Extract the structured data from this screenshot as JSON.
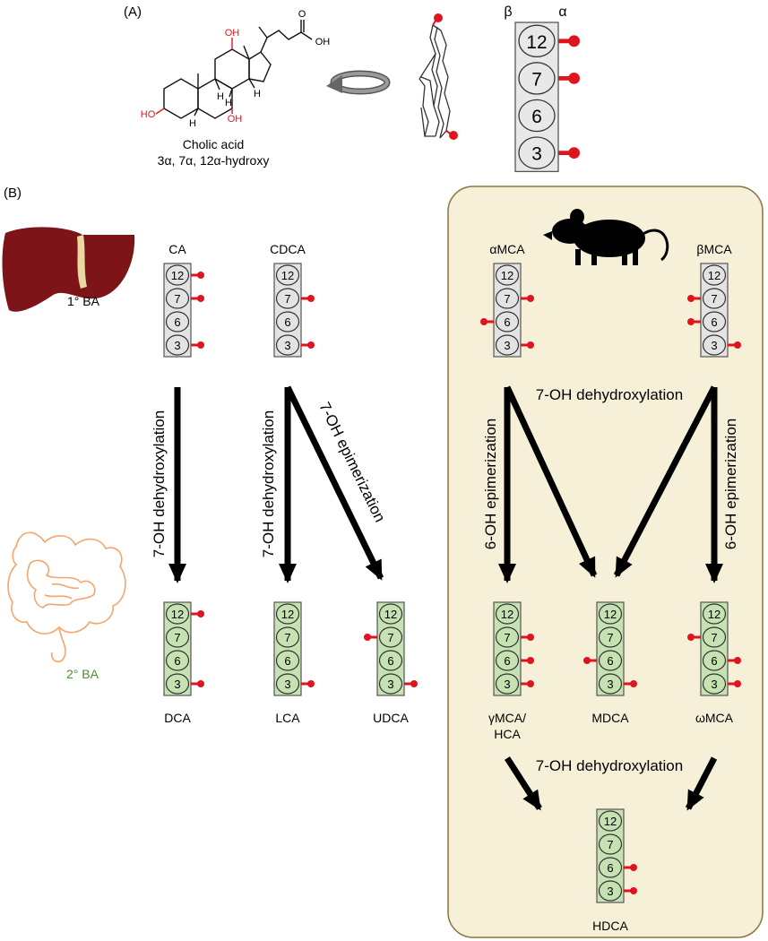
{
  "panel_a": {
    "label": "(A)",
    "structure": {
      "atom_labels": [
        "OH",
        "OH",
        "HO",
        "OH",
        "H",
        "H",
        "H",
        "H",
        "O",
        "OH"
      ],
      "title": "Cholic acid",
      "subtitle": "3α, 7α, 12α-hydroxy"
    },
    "orientation": {
      "beta": "β",
      "alpha": "α"
    },
    "schematic": {
      "positions": [
        "12",
        "7",
        "6",
        "3"
      ],
      "oh": {
        "12": "a",
        "7": "a",
        "6": null,
        "3": "a"
      }
    }
  },
  "panel_b": {
    "label": "(B)",
    "primary_label": "1° BA",
    "secondary_label": "2° BA",
    "primary_acids": [
      {
        "name": "CA",
        "oh": {
          "12": "a",
          "7": "a",
          "6": null,
          "3": "a"
        }
      },
      {
        "name": "CDCA",
        "oh": {
          "12": null,
          "7": "a",
          "6": null,
          "3": "a"
        }
      }
    ],
    "secondary_acids": [
      {
        "name": "DCA",
        "oh": {
          "12": "a",
          "7": null,
          "6": null,
          "3": "a"
        }
      },
      {
        "name": "LCA",
        "oh": {
          "12": null,
          "7": null,
          "6": null,
          "3": "a"
        }
      },
      {
        "name": "UDCA",
        "oh": {
          "12": null,
          "7": "b",
          "6": null,
          "3": "a"
        }
      }
    ],
    "reactions": {
      "ca_dca": "7-OH dehydroxylation",
      "cdca_lca": "7-OH dehydroxylation",
      "cdca_udca": "7-OH epimerization"
    },
    "mouse_box": {
      "primary_acids": [
        {
          "name": "αMCA",
          "oh": {
            "12": null,
            "7": "a",
            "6": "b",
            "3": "a"
          }
        },
        {
          "name": "βMCA",
          "oh": {
            "12": null,
            "7": "b",
            "6": "b",
            "3": "a"
          }
        }
      ],
      "secondary_acids": [
        {
          "name": "γMCA/",
          "name2": "HCA",
          "oh": {
            "12": null,
            "7": "a",
            "6": "a",
            "3": "a"
          }
        },
        {
          "name": "MDCA",
          "oh": {
            "12": null,
            "7": null,
            "6": "b",
            "3": "a"
          }
        },
        {
          "name": "ωMCA",
          "oh": {
            "12": null,
            "7": "b",
            "6": "a",
            "3": "a"
          }
        }
      ],
      "tertiary_acid": {
        "name": "HDCA",
        "oh": {
          "12": null,
          "7": null,
          "6": "a",
          "3": "a"
        }
      },
      "reactions": {
        "mca_dehydroxylation": "7-OH dehydroxylation",
        "left_epimerization": "6-OH epimerization",
        "right_epimerization": "6-OH epimerization",
        "hdca_dehydroxylation": "7-OH dehydroxylation"
      }
    }
  },
  "colors": {
    "hydroxyl": "#e0141e",
    "hydroxyl_text": "#e0141e",
    "primary_fill": "#e3e3e3",
    "secondary_fill": "#c6e2b2",
    "box_fill": "#f7f0d9",
    "box_stroke": "#8a7440",
    "liver": "#7c1418",
    "liver_band": "#e8d9a0",
    "intestine": "#f6a56a",
    "secondary_text": "#4f8f2e",
    "arrow": "#000000"
  }
}
